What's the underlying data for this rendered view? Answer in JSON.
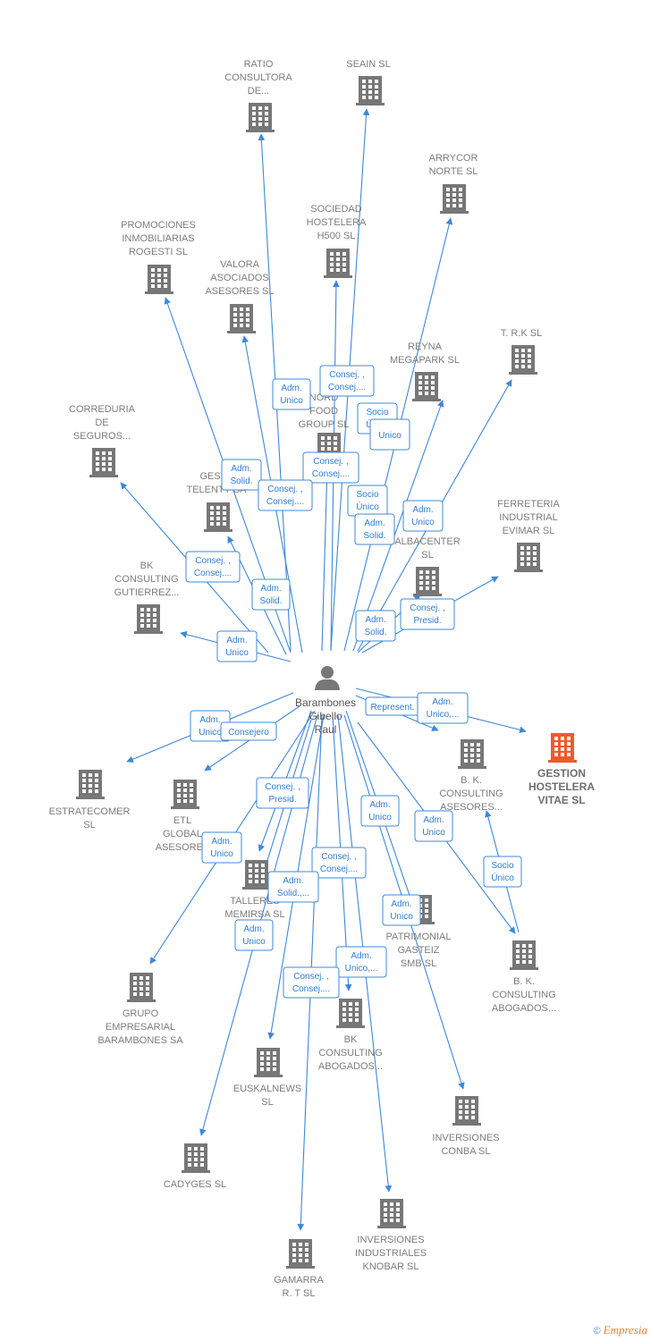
{
  "colors": {
    "edge": "#3f88d8",
    "building": "#777777",
    "highlight": "#f05a2a",
    "person": "#777777"
  },
  "person": {
    "label": [
      "Barambones",
      "Gibello",
      "Raul"
    ]
  },
  "nodes": [
    {
      "id": "ratio",
      "label": [
        "RATIO",
        "CONSULTORA",
        "DE..."
      ]
    },
    {
      "id": "seain",
      "label": [
        "SEAIN  SL"
      ]
    },
    {
      "id": "arrycor",
      "label": [
        "ARRYCOR",
        "NORTE SL"
      ]
    },
    {
      "id": "sociedad",
      "label": [
        "SOCIEDAD",
        "HOSTELERA",
        "H500  SL"
      ]
    },
    {
      "id": "promociones",
      "label": [
        "PROMOCIONES",
        "INMOBILIARIAS",
        "ROGESTI  SL"
      ]
    },
    {
      "id": "valora",
      "label": [
        "VALORA",
        "ASOCIADOS",
        "ASESORES  SL"
      ]
    },
    {
      "id": "reyna",
      "label": [
        "REYNA",
        "MEGAPARK  SL"
      ]
    },
    {
      "id": "trk",
      "label": [
        "T. R.K SL"
      ]
    },
    {
      "id": "nord",
      "label": [
        "NORD",
        "FOOD",
        "GROUP  SL"
      ]
    },
    {
      "id": "correduria",
      "label": [
        "CORREDURIA",
        "DE",
        "SEGUROS..."
      ]
    },
    {
      "id": "gespa",
      "label": [
        "GESPA",
        "TELENTY SA"
      ]
    },
    {
      "id": "albacenter",
      "label": [
        "ALBACENTER",
        "SL"
      ]
    },
    {
      "id": "ferreteria",
      "label": [
        "FERRETERIA",
        "INDUSTRIAL",
        "EVIMAR  SL"
      ]
    },
    {
      "id": "bkgut",
      "label": [
        "BK",
        "CONSULTING",
        "GUTIERREZ..."
      ]
    },
    {
      "id": "gestion",
      "label": [
        "GESTION",
        "HOSTELERA",
        "VITAE  SL"
      ]
    },
    {
      "id": "bkase",
      "label": [
        "B. K.",
        "CONSULTING",
        "ASESORES..."
      ]
    },
    {
      "id": "estratecomer",
      "label": [
        "ESTRATECOMER",
        "SL"
      ]
    },
    {
      "id": "etl",
      "label": [
        "ETL",
        "GLOBAL",
        "ASESORES"
      ]
    },
    {
      "id": "talleres",
      "label": [
        "TALLERES",
        "MEMIRSA  SL"
      ]
    },
    {
      "id": "patrimonial",
      "label": [
        "PATRIMONIAL",
        "GASTEIZ",
        "SMB  SL"
      ]
    },
    {
      "id": "bkabo1",
      "label": [
        "B.  K.",
        "CONSULTING",
        "ABOGADOS..."
      ]
    },
    {
      "id": "grupo",
      "label": [
        "GRUPO",
        "EMPRESARIAL",
        "BARAMBONES SA"
      ]
    },
    {
      "id": "bkabo2",
      "label": [
        "BK",
        "CONSULTING",
        "ABOGADOS..."
      ]
    },
    {
      "id": "euskalnews",
      "label": [
        "EUSKALNEWS",
        "SL"
      ]
    },
    {
      "id": "inversionesconba",
      "label": [
        "INVERSIONES",
        "CONBA SL"
      ]
    },
    {
      "id": "cadyges",
      "label": [
        "CADYGES  SL"
      ]
    },
    {
      "id": "inversionesknobar",
      "label": [
        "INVERSIONES",
        "INDUSTRIALES",
        "KNOBAR  SL"
      ]
    },
    {
      "id": "gamarra",
      "label": [
        "GAMARRA",
        "R. T SL"
      ]
    }
  ],
  "edge_labels": [
    [
      "Adm.",
      "Unico"
    ],
    [
      "Consej. ,",
      "Consej...."
    ],
    [
      "Socio",
      "Único"
    ],
    [
      "Unico"
    ],
    [
      "Adm.",
      "Solid."
    ],
    [
      "Consej. ,",
      "Consej...."
    ],
    [
      "Consej. ,",
      "Consej...."
    ],
    [
      "Socio",
      "Único"
    ],
    [
      "Adm.",
      "Unico"
    ],
    [
      "Adm.",
      "Solid."
    ],
    [
      "Consej. ,",
      "Consej...."
    ],
    [
      "Adm.",
      "Solid."
    ],
    [
      "Consej. ,",
      "Presid."
    ],
    [
      "Adm.",
      "Solid."
    ],
    [
      "Adm.",
      "Unico"
    ],
    [
      "Represent."
    ],
    [
      "Adm.",
      "Unico,..."
    ],
    [
      "Adm.",
      "Unico"
    ],
    [
      "Consejero"
    ],
    [
      "Consej. ,",
      "Presid."
    ],
    [
      "Adm.",
      "Unico"
    ],
    [
      "Adm.",
      "Unico"
    ],
    [
      "Adm.",
      "Unico"
    ],
    [
      "Socio",
      "Único"
    ],
    [
      "Consej. ,",
      "Consej...."
    ],
    [
      "Adm.",
      "Solid.,..."
    ],
    [
      "Adm.",
      "Unico"
    ],
    [
      "Adm.",
      "Unico"
    ],
    [
      "Adm.",
      "Unico,..."
    ],
    [
      "Consej. ,",
      "Consej...."
    ]
  ],
  "footer": {
    "copyright": "©",
    "brand": "Empresia"
  }
}
